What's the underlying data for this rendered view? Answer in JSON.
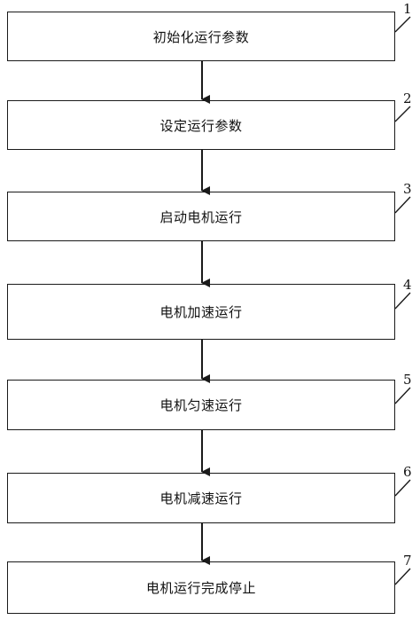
{
  "steps": [
    {
      "number": "1",
      "label": "初始化运行参数"
    },
    {
      "number": "2",
      "label": "设定运行参数"
    },
    {
      "number": "3",
      "label": "启动电机运行"
    },
    {
      "number": "4",
      "label": "电机加速运行"
    },
    {
      "number": "5",
      "label": "电机匀速运行"
    },
    {
      "number": "6",
      "label": "电机减速运行"
    },
    {
      "number": "7",
      "label": "电机运行完成停止"
    }
  ],
  "colors": {
    "line": "#1a1a1a",
    "background": "#ffffff"
  }
}
